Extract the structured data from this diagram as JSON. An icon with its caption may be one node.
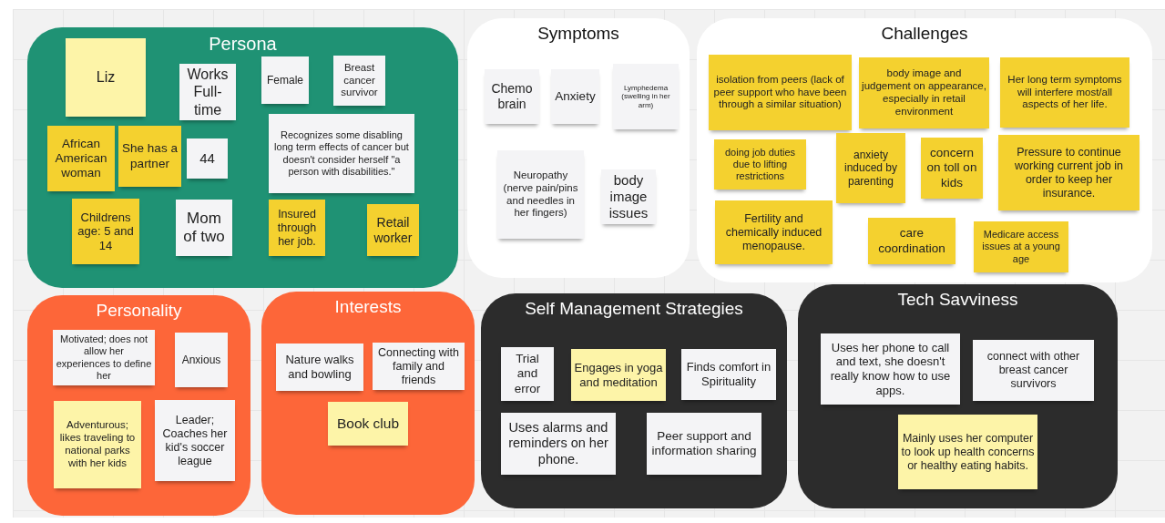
{
  "diagram": {
    "nodes": [
      {
        "text": [
          "Persona"
        ]
      },
      {
        "text": [
          "Liz"
        ],
        "in": 0
      },
      {
        "text": [
          "Works Full-time"
        ],
        "in": 0
      },
      {
        "text": [
          "Female"
        ],
        "in": 0
      },
      {
        "text": [
          "Breast cancer survivor"
        ],
        "in": 0
      },
      {
        "text": [
          "African American woman"
        ],
        "in": 0
      },
      {
        "text": [
          "She has a partner"
        ],
        "in": 0
      },
      {
        "text": [
          "44"
        ],
        "in": 0
      },
      {
        "text": [
          "Recognizes some disabling long term effects of cancer but doesn't consider herself \"a person with disabilities.\""
        ],
        "in": 0
      },
      {
        "text": [
          "Childrens age: 5 and 14"
        ],
        "in": 0
      },
      {
        "text": [
          "Mom of two"
        ],
        "in": 0
      },
      {
        "text": [
          "Insured through her job."
        ],
        "in": 0
      },
      {
        "text": [
          "Retail worker"
        ],
        "in": 0
      },
      {
        "text": [
          "Symptoms"
        ]
      },
      {
        "text": [
          "Chemo brain"
        ],
        "in": 13
      },
      {
        "text": [
          "Anxiety"
        ],
        "in": 13
      },
      {
        "text": [
          "Lymphedema (swelling in her arm)"
        ],
        "in": 13
      },
      {
        "text": [
          "Neuropathy (nerve pain/pins and needles in her fingers)"
        ],
        "in": 13
      },
      {
        "text": [
          "body image issues"
        ],
        "in": 13
      },
      {
        "text": [
          "Challenges"
        ]
      },
      {
        "text": [
          "isolation from peers (lack of peer support who have been through a similar situation)"
        ],
        "in": 19
      },
      {
        "text": [
          "body image and judgement on appearance, especially in retail environment"
        ],
        "in": 19
      },
      {
        "text": [
          "Her long term symptoms will interfere most/all aspects of her life."
        ],
        "in": 19
      },
      {
        "text": [
          "doing job duties due to lifting restrictions"
        ],
        "in": 19
      },
      {
        "text": [
          "anxiety induced by parenting"
        ],
        "in": 19
      },
      {
        "text": [
          "concern on toll on kids"
        ],
        "in": 19
      },
      {
        "text": [
          "Pressure to continue working current job in order to keep her insurance."
        ],
        "in": 19
      },
      {
        "text": [
          "Fertility and chemically induced menopause."
        ],
        "in": 19
      },
      {
        "text": [
          "care coordination"
        ],
        "in": 19
      },
      {
        "text": [
          "Medicare access issues at a young age"
        ],
        "in": 19
      },
      {
        "text": [
          "Personality"
        ]
      },
      {
        "text": [
          "Motivated; does not allow her experiences to define her"
        ],
        "in": 30
      },
      {
        "text": [
          "Anxious"
        ],
        "in": 30
      },
      {
        "text": [
          "Adventurous; likes traveling to national parks with her kids"
        ],
        "in": 30
      },
      {
        "text": [
          "Leader; Coaches her kid's soccer league"
        ],
        "in": 30
      },
      {
        "text": [
          "Interests"
        ]
      },
      {
        "text": [
          "Nature walks and bowling"
        ],
        "in": 35
      },
      {
        "text": [
          "Connecting with family and friends"
        ],
        "in": 35
      },
      {
        "text": [
          "Book club"
        ],
        "in": 35
      },
      {
        "text": [
          "Self Management Strategies"
        ]
      },
      {
        "text": [
          "Trial and error"
        ],
        "in": 39
      },
      {
        "text": [
          "Engages in yoga and meditation"
        ],
        "in": 39
      },
      {
        "text": [
          "Finds comfort in Spirituality"
        ],
        "in": 39
      },
      {
        "text": [
          "Uses alarms and reminders on her phone."
        ],
        "in": 39
      },
      {
        "text": [
          "Peer support and information sharing"
        ],
        "in": 39
      },
      {
        "text": [
          "Tech Savviness"
        ]
      },
      {
        "text": [
          "Uses her phone to call and text, she doesn't really know how to use apps."
        ],
        "in": 45
      },
      {
        "text": [
          "connect with other breast cancer survivors"
        ],
        "in": 45
      },
      {
        "text": [
          "Mainly uses her computer to look up health concerns or healthy eating habits."
        ],
        "in": 45
      }
    ]
  }
}
